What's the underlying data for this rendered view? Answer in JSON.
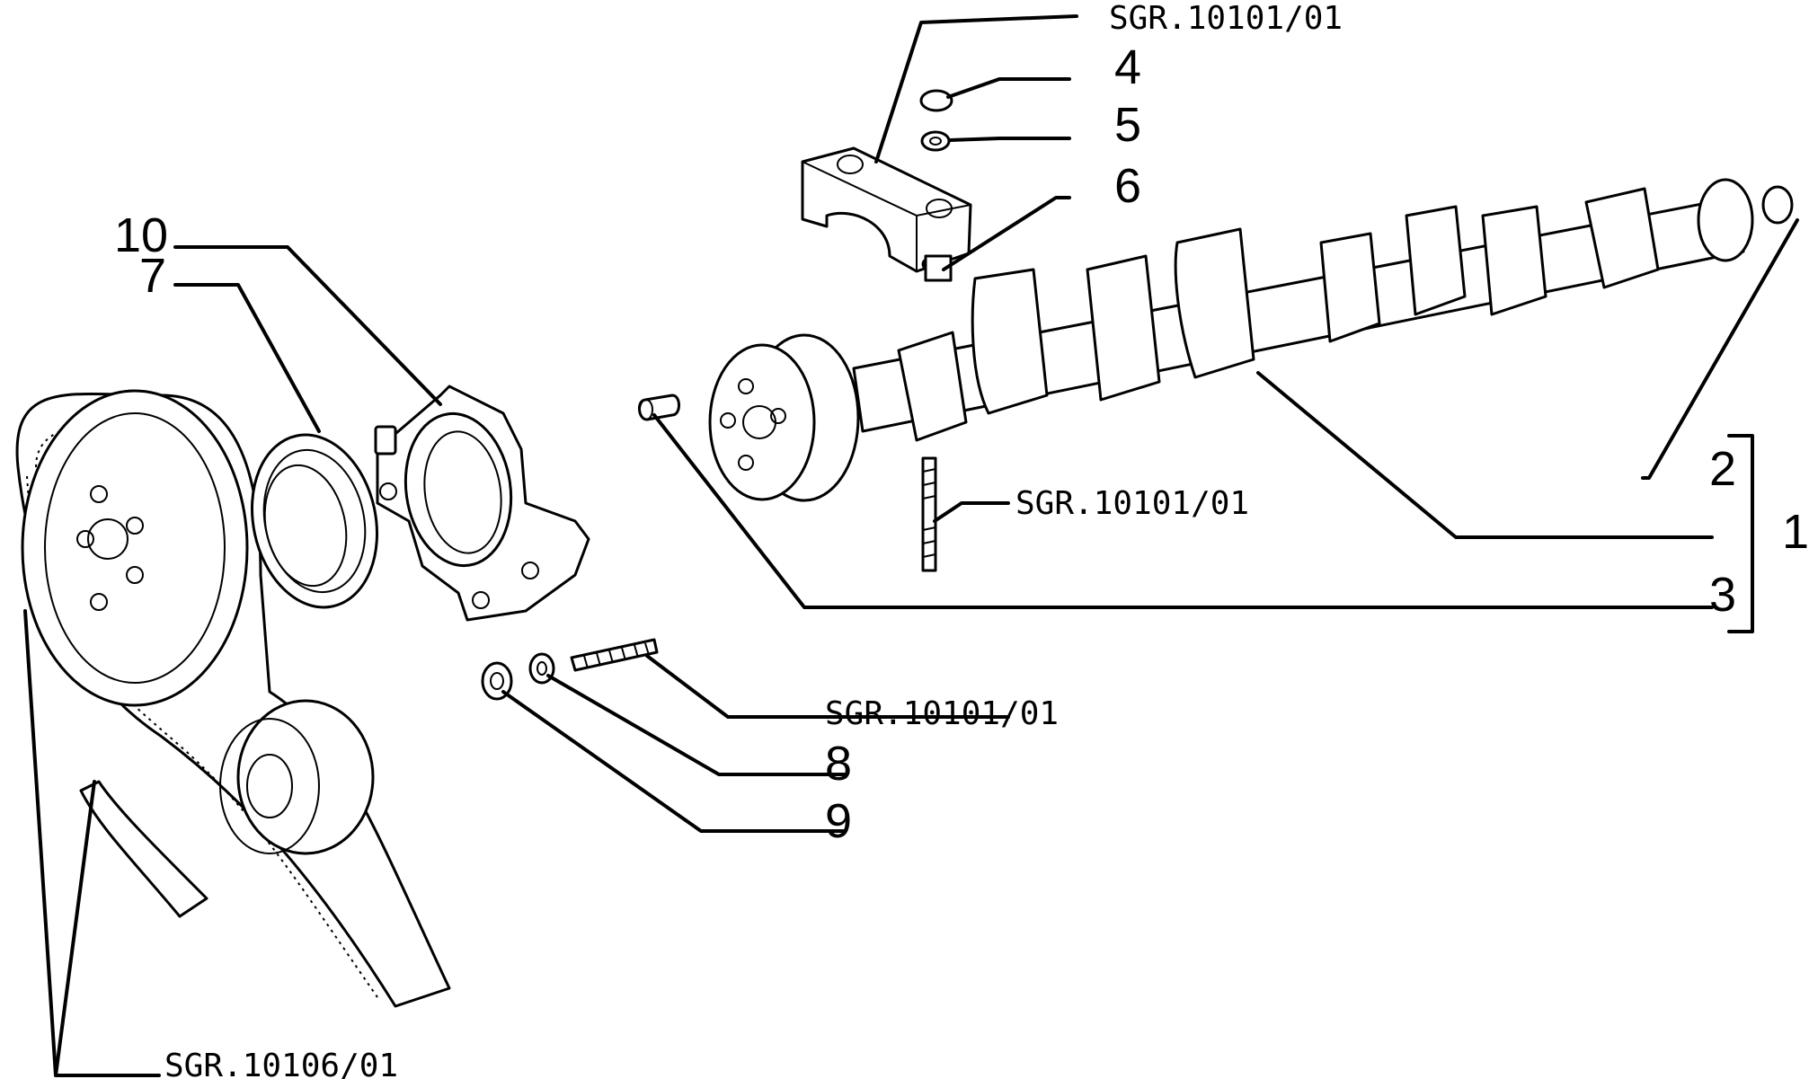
{
  "diagram": {
    "callouts": {
      "c1": "1",
      "c2": "2",
      "c3": "3",
      "c4": "4",
      "c5": "5",
      "c6": "6",
      "c7": "7",
      "c8": "8",
      "c9": "9",
      "c10": "10"
    },
    "references": {
      "cap": "SGR.10101/01",
      "stud_center": "SGR.10101/01",
      "stud_lower": "SGR.10101/01",
      "belt": "SGR.10106/01"
    }
  }
}
